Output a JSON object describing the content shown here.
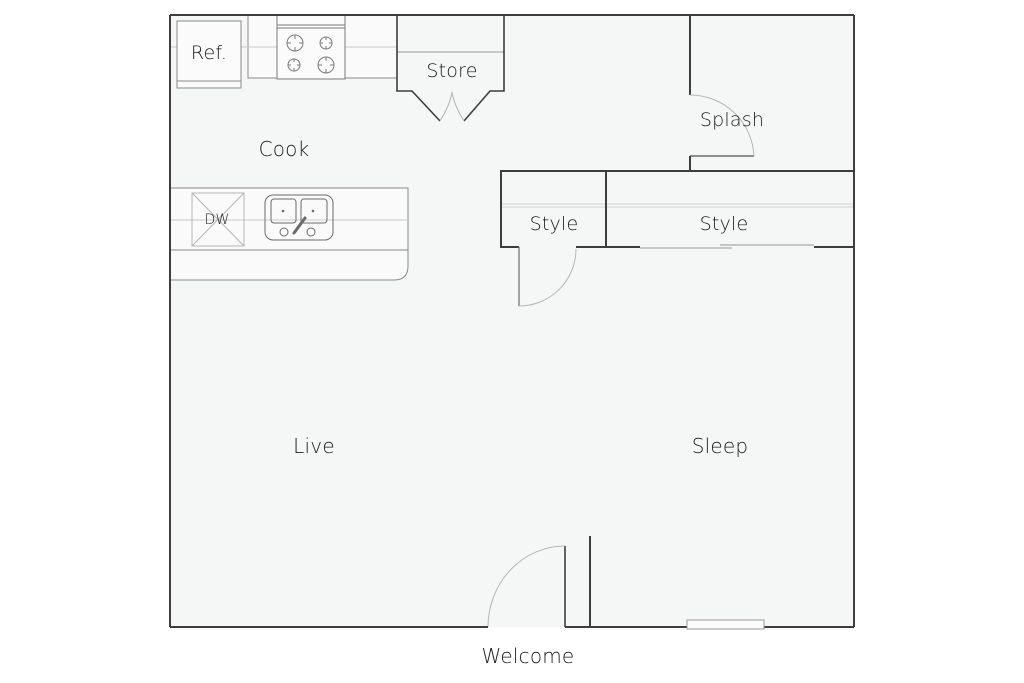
{
  "plan": {
    "colors": {
      "floor": "#f5f7f6",
      "wall": "#3d3d3d",
      "fixture": "#8a8a8a",
      "swing": "#b5b5b5",
      "text": "#1a1a1a"
    },
    "rooms": {
      "cook": "Cook",
      "live": "Live",
      "sleep": "Sleep",
      "splash": "Splash",
      "store": "Store",
      "style_left": "Style",
      "style_right": "Style"
    },
    "fixtures": {
      "refrigerator": "Ref.",
      "dishwasher": "DW"
    },
    "entry": "Welcome"
  }
}
